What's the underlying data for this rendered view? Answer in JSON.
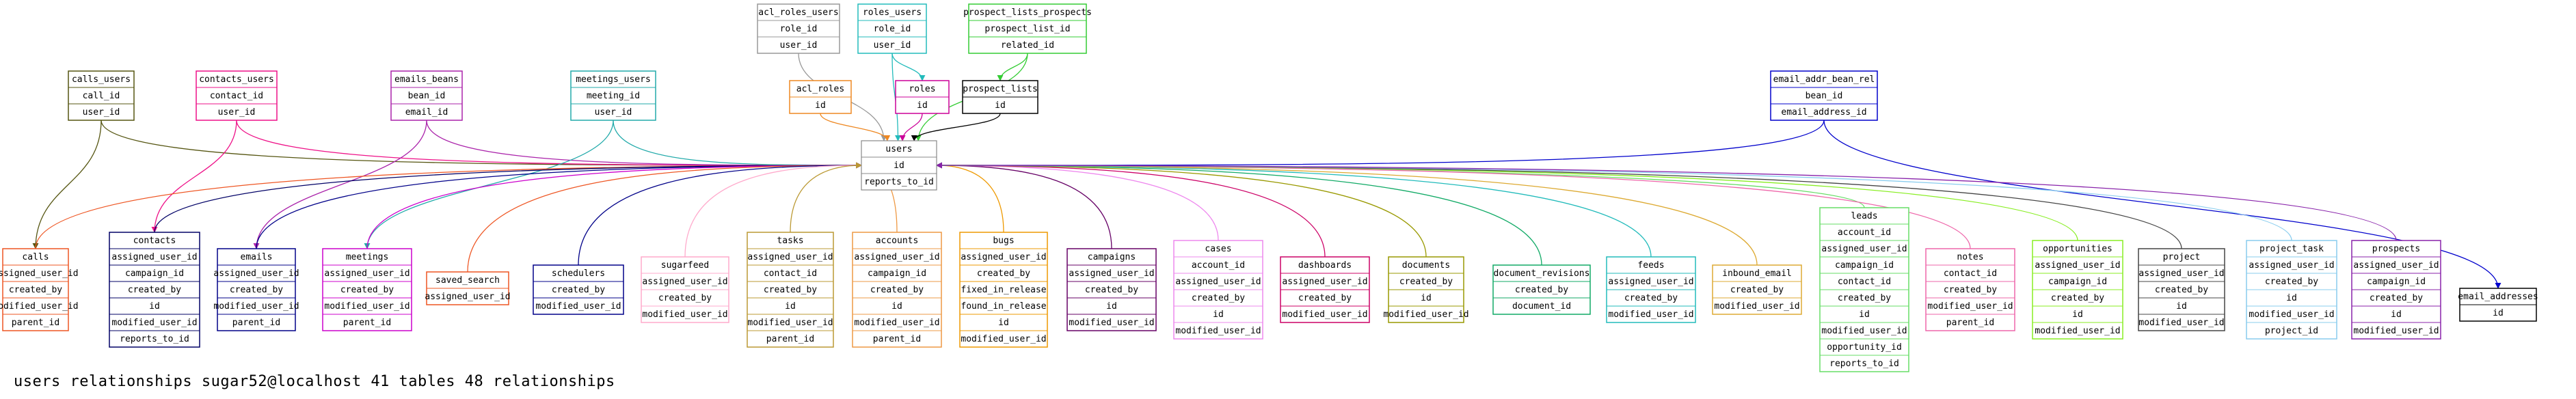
{
  "diagram": {
    "center_table": "users",
    "tables": [
      {
        "name": "acl_roles_users",
        "color": "#999999",
        "columns": [
          "role_id",
          "user_id"
        ],
        "links": [
          "users"
        ]
      },
      {
        "name": "roles_users",
        "color": "#22bbbb",
        "columns": [
          "role_id",
          "user_id"
        ],
        "links": [
          "users",
          "roles"
        ]
      },
      {
        "name": "prospect_lists_prospects",
        "color": "#33cc33",
        "columns": [
          "prospect_list_id",
          "related_id"
        ],
        "links": [
          "users",
          "prospect_lists"
        ]
      },
      {
        "name": "acl_roles",
        "color": "#ee8822",
        "columns": [
          "id"
        ],
        "links": [
          "users"
        ]
      },
      {
        "name": "roles",
        "color": "#cc0099",
        "columns": [
          "id"
        ],
        "links": [
          "users"
        ]
      },
      {
        "name": "prospect_lists",
        "color": "#000000",
        "columns": [
          "id"
        ],
        "links": [
          "users"
        ]
      },
      {
        "name": "calls_users",
        "color": "#555511",
        "columns": [
          "call_id",
          "user_id"
        ],
        "links": [
          "users",
          "calls"
        ]
      },
      {
        "name": "contacts_users",
        "color": "#ee1188",
        "columns": [
          "contact_id",
          "user_id"
        ],
        "links": [
          "users",
          "contacts"
        ]
      },
      {
        "name": "emails_beans",
        "color": "#aa22aa",
        "columns": [
          "bean_id",
          "email_id"
        ],
        "links": [
          "users",
          "emails"
        ]
      },
      {
        "name": "meetings_users",
        "color": "#22aaaa",
        "columns": [
          "meeting_id",
          "user_id"
        ],
        "links": [
          "users",
          "meetings"
        ]
      },
      {
        "name": "email_addr_bean_rel",
        "color": "#0000cc",
        "columns": [
          "bean_id",
          "email_address_id"
        ],
        "links": [
          "users",
          "email_addresses"
        ]
      },
      {
        "name": "users",
        "color": "#888888",
        "columns": [
          "id",
          "reports_to_id"
        ],
        "links": []
      },
      {
        "name": "calls",
        "color": "#ee5522",
        "columns": [
          "assigned_user_id",
          "created_by",
          "modified_user_id",
          "parent_id"
        ],
        "links": [
          "users"
        ]
      },
      {
        "name": "contacts",
        "color": "#000066",
        "columns": [
          "assigned_user_id",
          "campaign_id",
          "created_by",
          "id",
          "modified_user_id",
          "reports_to_id"
        ],
        "links": [
          "users"
        ]
      },
      {
        "name": "emails",
        "color": "#000088",
        "columns": [
          "assigned_user_id",
          "created_by",
          "modified_user_id",
          "parent_id"
        ],
        "links": [
          "users"
        ]
      },
      {
        "name": "meetings",
        "color": "#cc00cc",
        "columns": [
          "assigned_user_id",
          "created_by",
          "modified_user_id",
          "parent_id"
        ],
        "links": [
          "users"
        ]
      },
      {
        "name": "saved_search",
        "color": "#ee5522",
        "columns": [
          "assigned_user_id"
        ],
        "links": [
          "users"
        ]
      },
      {
        "name": "schedulers",
        "color": "#000088",
        "columns": [
          "created_by",
          "modified_user_id"
        ],
        "links": [
          "users"
        ]
      },
      {
        "name": "sugarfeed",
        "color": "#ffaacc",
        "columns": [
          "assigned_user_id",
          "created_by",
          "modified_user_id"
        ],
        "links": [
          "users"
        ]
      },
      {
        "name": "tasks",
        "color": "#bb9933",
        "columns": [
          "assigned_user_id",
          "contact_id",
          "created_by",
          "id",
          "modified_user_id",
          "parent_id"
        ],
        "links": [
          "users"
        ]
      },
      {
        "name": "accounts",
        "color": "#ee9944",
        "columns": [
          "assigned_user_id",
          "campaign_id",
          "created_by",
          "id",
          "modified_user_id",
          "parent_id"
        ],
        "links": [
          "users"
        ]
      },
      {
        "name": "bugs",
        "color": "#ee9900",
        "columns": [
          "assigned_user_id",
          "created_by",
          "fixed_in_release",
          "found_in_release",
          "id",
          "modified_user_id"
        ],
        "links": [
          "users"
        ]
      },
      {
        "name": "campaigns",
        "color": "#660066",
        "columns": [
          "assigned_user_id",
          "created_by",
          "id",
          "modified_user_id"
        ],
        "links": [
          "users"
        ]
      },
      {
        "name": "cases",
        "color": "#ee88ee",
        "columns": [
          "account_id",
          "assigned_user_id",
          "created_by",
          "id",
          "modified_user_id"
        ],
        "links": [
          "users"
        ]
      },
      {
        "name": "dashboards",
        "color": "#cc0066",
        "columns": [
          "assigned_user_id",
          "created_by",
          "modified_user_id"
        ],
        "links": [
          "users"
        ]
      },
      {
        "name": "documents",
        "color": "#999900",
        "columns": [
          "created_by",
          "id",
          "modified_user_id"
        ],
        "links": [
          "users"
        ]
      },
      {
        "name": "document_revisions",
        "color": "#11aa66",
        "columns": [
          "created_by",
          "document_id"
        ],
        "links": [
          "users"
        ]
      },
      {
        "name": "feeds",
        "color": "#22bbbb",
        "columns": [
          "assigned_user_id",
          "created_by",
          "modified_user_id"
        ],
        "links": [
          "users"
        ]
      },
      {
        "name": "inbound_email",
        "color": "#ddaa33",
        "columns": [
          "created_by",
          "modified_user_id"
        ],
        "links": [
          "users"
        ]
      },
      {
        "name": "leads",
        "color": "#66dd66",
        "columns": [
          "account_id",
          "assigned_user_id",
          "campaign_id",
          "contact_id",
          "created_by",
          "id",
          "modified_user_id",
          "opportunity_id",
          "reports_to_id"
        ],
        "links": [
          "users"
        ]
      },
      {
        "name": "notes",
        "color": "#ee66aa",
        "columns": [
          "contact_id",
          "created_by",
          "modified_user_id",
          "parent_id"
        ],
        "links": [
          "users"
        ]
      },
      {
        "name": "opportunities",
        "color": "#88ee22",
        "columns": [
          "assigned_user_id",
          "campaign_id",
          "created_by",
          "id",
          "modified_user_id"
        ],
        "links": [
          "users"
        ]
      },
      {
        "name": "project",
        "color": "#444444",
        "columns": [
          "assigned_user_id",
          "created_by",
          "id",
          "modified_user_id"
        ],
        "links": [
          "users"
        ]
      },
      {
        "name": "project_task",
        "color": "#88ccee",
        "columns": [
          "assigned_user_id",
          "created_by",
          "id",
          "modified_user_id",
          "project_id"
        ],
        "links": [
          "users"
        ]
      },
      {
        "name": "prospects",
        "color": "#8822aa",
        "columns": [
          "assigned_user_id",
          "campaign_id",
          "created_by",
          "id",
          "modified_user_id"
        ],
        "links": [
          "users"
        ]
      },
      {
        "name": "email_addresses",
        "color": "#000000",
        "columns": [
          "id"
        ],
        "links": []
      }
    ]
  },
  "caption": "users relationships sugar52@localhost 41 tables 48 relationships"
}
